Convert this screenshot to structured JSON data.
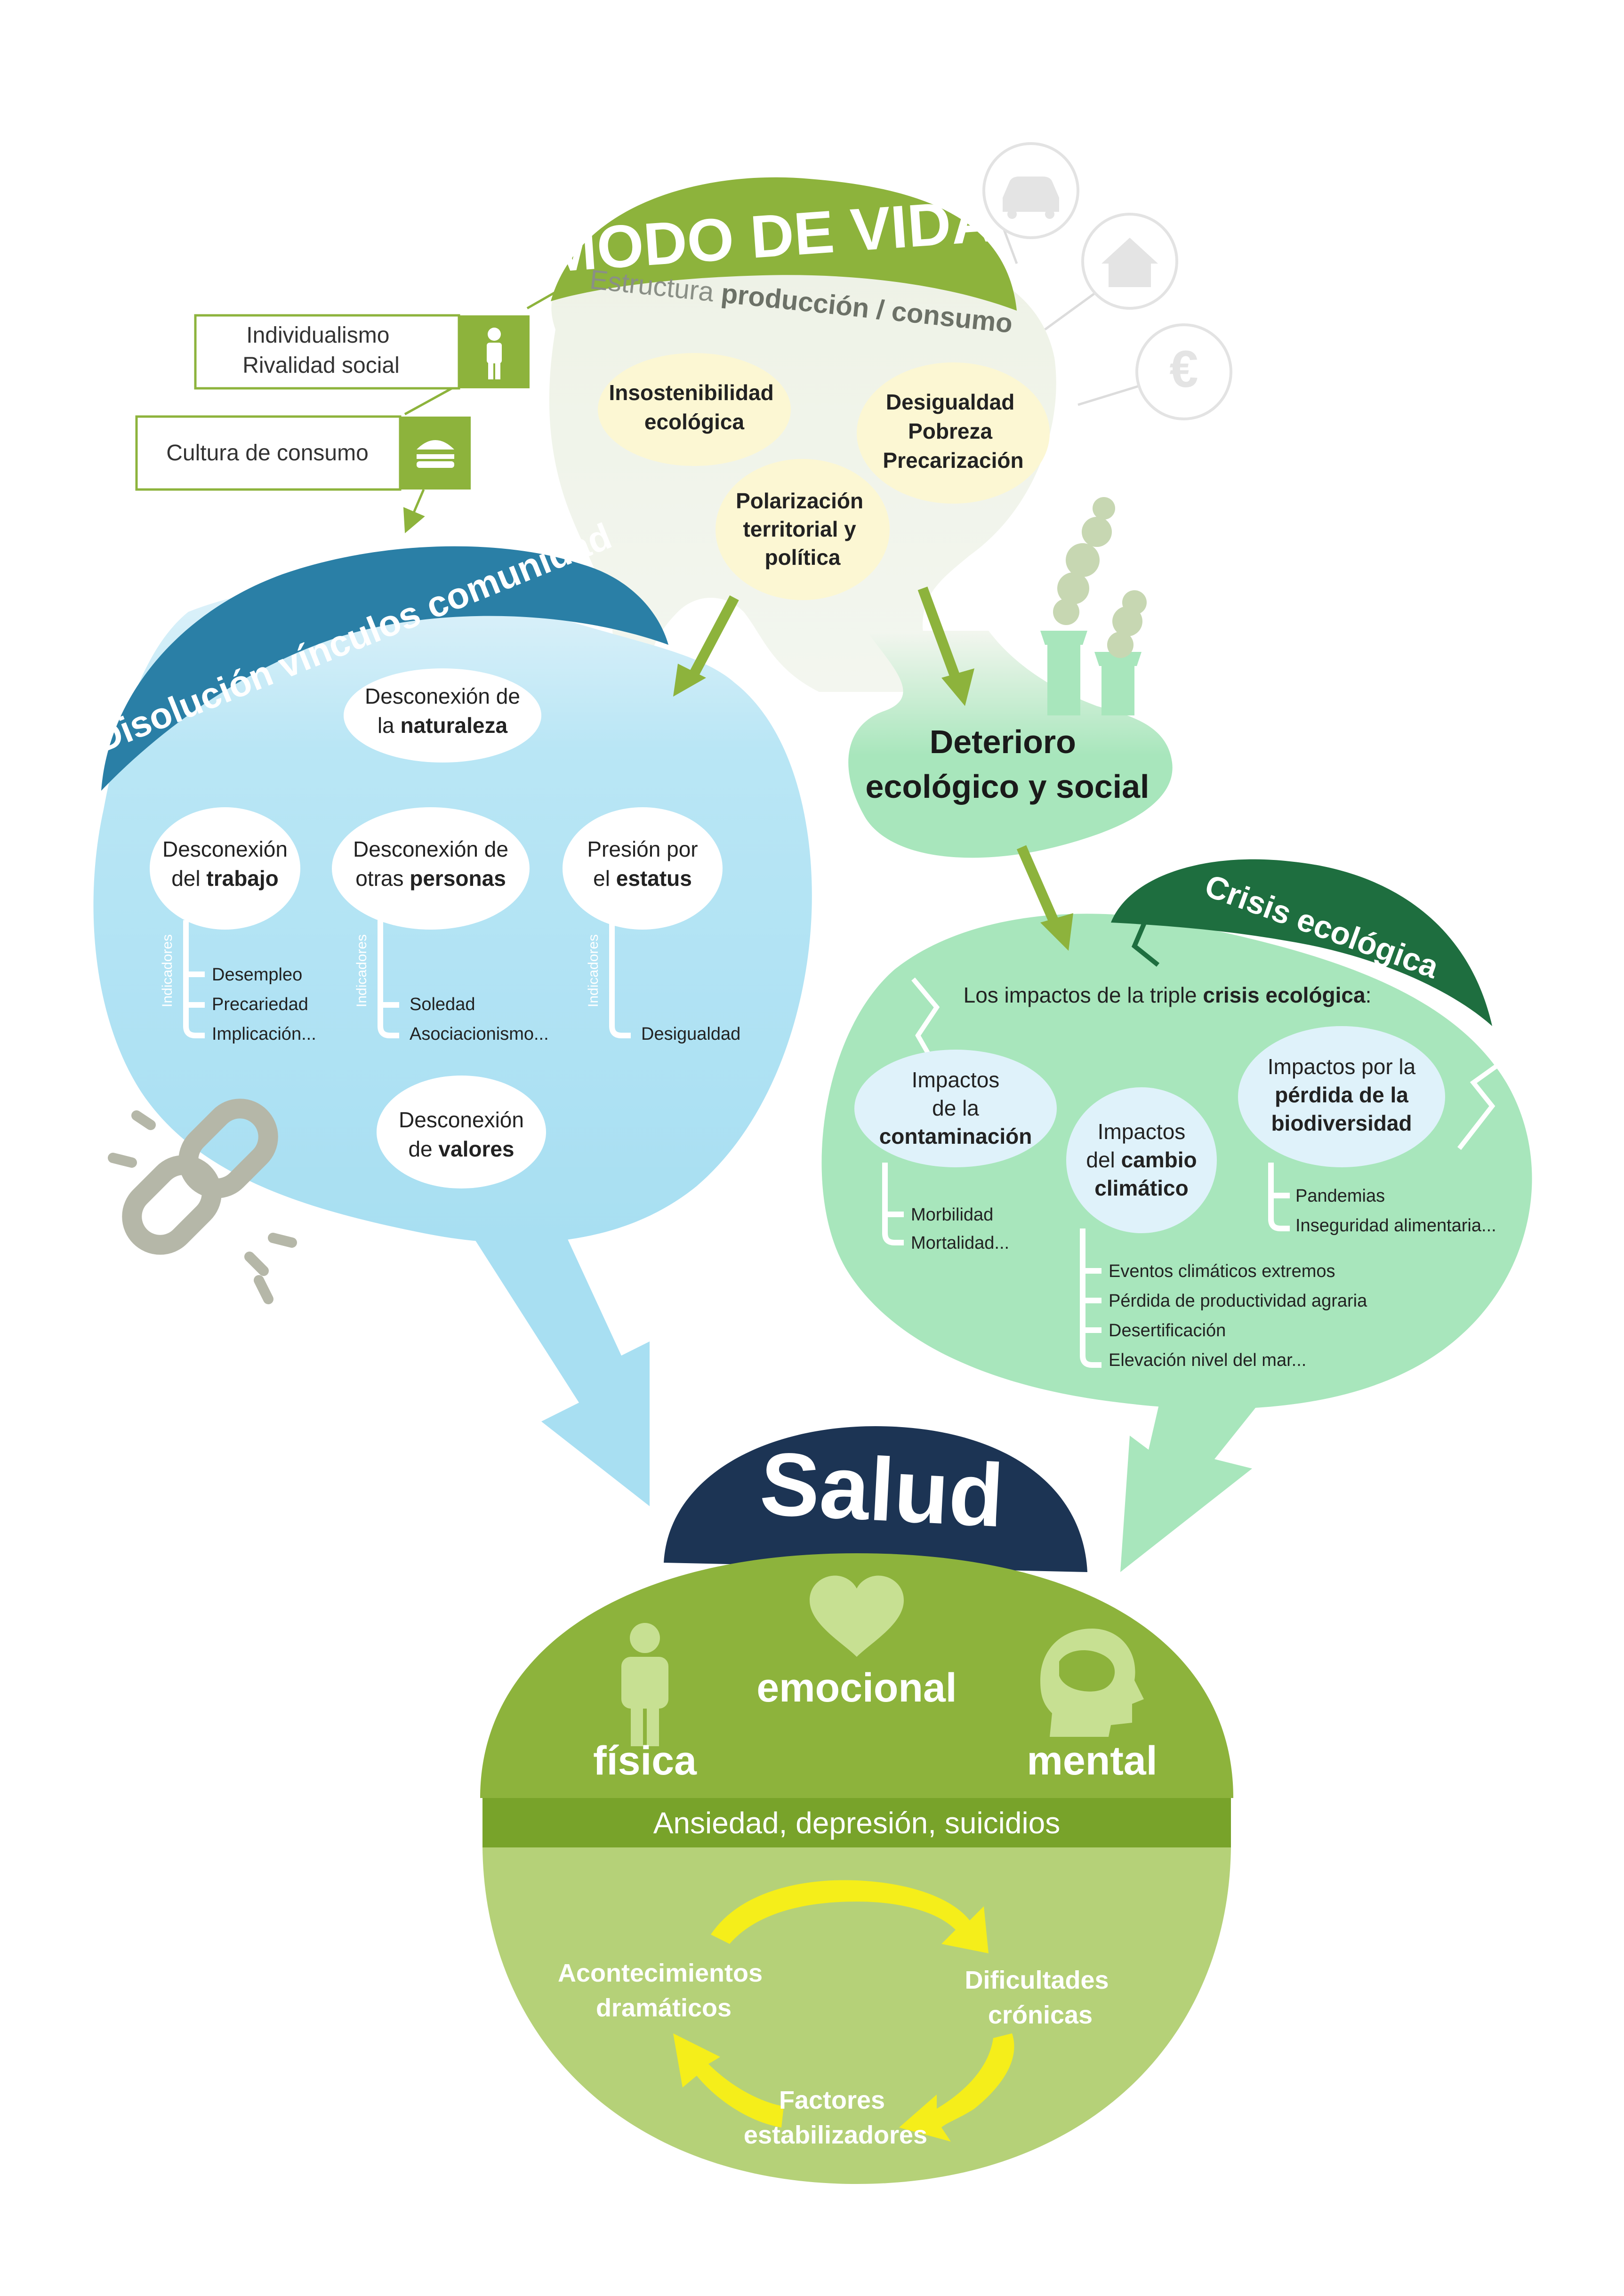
{
  "modo_vida": {
    "title": "MODO DE VIDA",
    "subtitle_light": "Estructura ",
    "subtitle_bold": "producción / consumo",
    "items": [
      [
        "Insostenibilidad",
        "ecológica"
      ],
      [
        "Desigualdad",
        "Pobreza",
        "Precarización"
      ],
      [
        "Polarización",
        "territorial y",
        "política"
      ]
    ]
  },
  "side_labels": {
    "individualismo": [
      "Individualismo",
      "Rivalidad social"
    ],
    "consumo": "Cultura de consumo"
  },
  "comunidad": {
    "title": "Disolución vínculos comunidad",
    "naturaleza": [
      "Desconexión de",
      "la ",
      "naturaleza"
    ],
    "trabajo": [
      "Desconexión",
      "del ",
      "trabajo"
    ],
    "personas": [
      "Desconexión de",
      "otras ",
      "personas"
    ],
    "estatus": [
      "Presión por",
      "el ",
      "estatus"
    ],
    "valores": [
      "Desconexión",
      "de ",
      "valores"
    ],
    "indicadores_label": "Indicadores",
    "trabajo_indicadores": [
      "Desempleo",
      "Precariedad",
      "Implicación..."
    ],
    "personas_indicadores": [
      "Soledad",
      "Asociacionismo..."
    ],
    "estatus_indicadores": [
      "Desigualdad"
    ]
  },
  "deterioro": {
    "line1": "Deterioro",
    "line2": "ecológico y social"
  },
  "crisis": {
    "title": "Crisis ecológica",
    "intro_pre": "Los impactos de la triple ",
    "intro_bold": "crisis ecológica",
    "intro_post": ":",
    "contaminacion": [
      "Impactos",
      "de la",
      "contaminación"
    ],
    "cambio": [
      "Impactos",
      "del ",
      "cambio",
      "climático"
    ],
    "biodiversidad": [
      "Impactos por la",
      "pérdida de la",
      "biodiversidad"
    ],
    "contaminacion_items": [
      "Morbilidad",
      "Mortalidad..."
    ],
    "cambio_items": [
      "Eventos climáticos extremos",
      "Pérdida de productividad agraria",
      "Desertificación",
      "Elevación nivel del mar..."
    ],
    "biodiversidad_items": [
      "Pandemias",
      "Inseguridad alimentaria..."
    ]
  },
  "salud": {
    "title": "Salud",
    "fisica": "física",
    "emocional": "emocional",
    "mental": "mental",
    "band": "Ansiedad, depresión, suicidios",
    "cycle": {
      "acontecimientos": [
        "Acontecimientos",
        "dramáticos"
      ],
      "dificultades": [
        "Dificultades",
        "crónicas"
      ],
      "factores": [
        "Factores",
        "estabilizadores"
      ]
    }
  },
  "icons": [
    "car-icon",
    "house-icon",
    "euro-icon",
    "person-icon",
    "burger-icon",
    "chain-icon",
    "factory-icon",
    "heart-icon",
    "head-brain-icon"
  ],
  "colors": {
    "green_dark": "#8db33c",
    "green_light_bg": "#eef2e6",
    "yellow_bubble": "#fcf7d3",
    "blue_dark": "#2a7fa6",
    "blue_light": "#b7e4f4",
    "mint": "#a8e6bc",
    "forest": "#1e6e3f",
    "navy": "#1c3454",
    "salud_green": "#8db33c",
    "salud_light": "#b5d178",
    "arrow_yellow": "#f5ee1a"
  }
}
